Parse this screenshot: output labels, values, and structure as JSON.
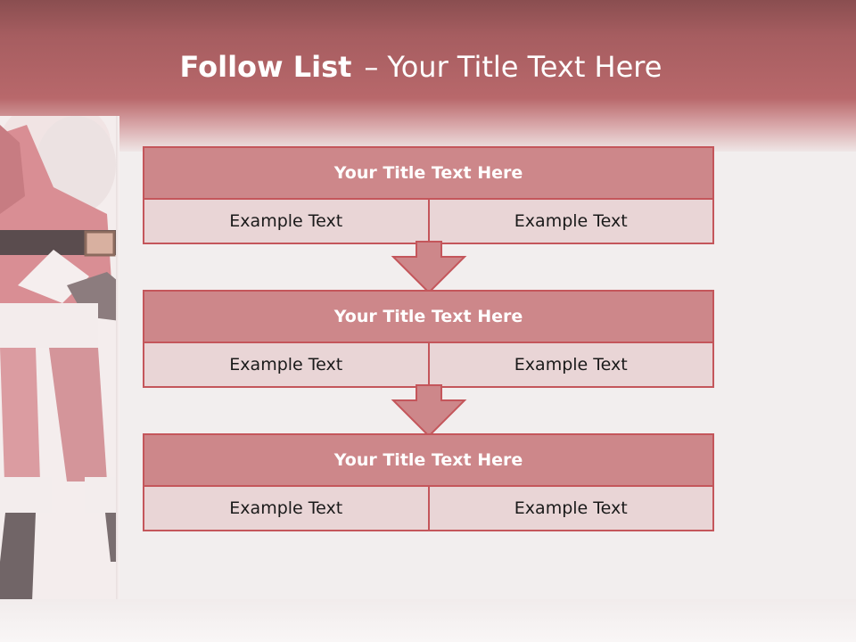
{
  "slide": {
    "title_bold": "Follow List",
    "title_dash": "–",
    "title_rest": "Your Title Text Here"
  },
  "blocks": [
    {
      "title": "Your Title Text Here",
      "left": "Example Text",
      "right": "Example Text"
    },
    {
      "title": "Your Title Text Here",
      "left": "Example Text",
      "right": "Example Text"
    },
    {
      "title": "Your Title Text Here",
      "left": "Example Text",
      "right": "Example Text"
    }
  ],
  "colors": {
    "header_band": "#b8686b",
    "block_title_fill": "#cd878a",
    "block_cell_fill": "#e9d5d6",
    "border": "#c4565b",
    "arrow_fill": "#cd878a"
  }
}
